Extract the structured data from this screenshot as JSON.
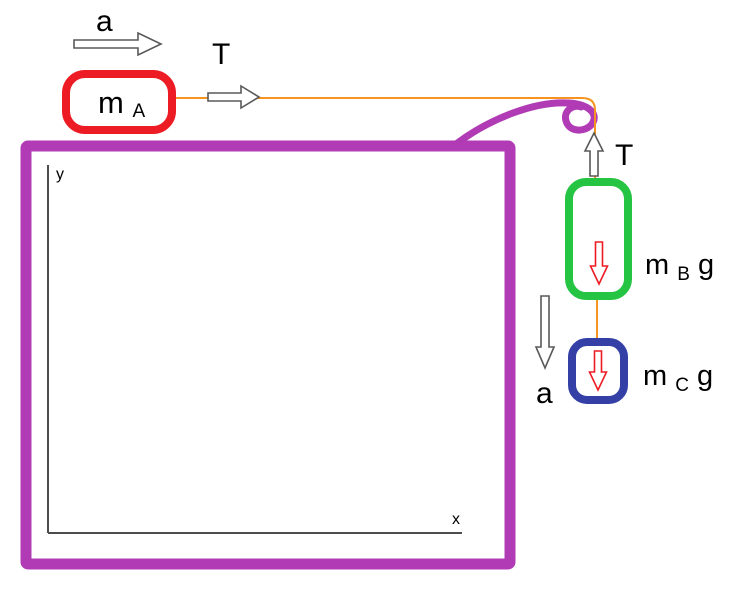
{
  "colors": {
    "block_a_border": "#ed1c24",
    "table_border": "#b13bb5",
    "block_b_border": "#26c443",
    "block_c_border": "#3440a6",
    "string": "#f79320",
    "gray_arrow": "#595959",
    "red_arrow": "#ed1c24",
    "axis": "#4d4d4d",
    "text": "#000000"
  },
  "labels": {
    "accel_top": "a",
    "tension_top": "T",
    "tension_right": "T",
    "accel_right": "a",
    "block_a": {
      "base": "m",
      "sub": "A"
    },
    "weight_b": {
      "base": "m",
      "sub": "B",
      "suffix": "g"
    },
    "weight_c": {
      "base": "m",
      "sub": "C",
      "suffix": "g"
    },
    "axis_x": "x",
    "axis_y": "y"
  }
}
